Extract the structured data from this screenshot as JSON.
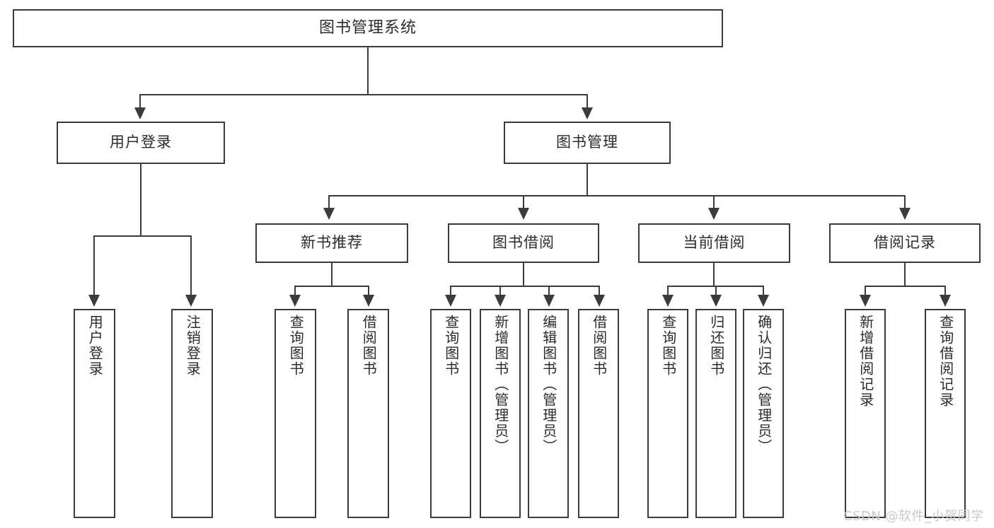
{
  "diagram": {
    "title": "图书管理系统",
    "type": "tree-hierarchy-diagram",
    "root": {
      "label": "图书管理系统"
    },
    "level2": [
      {
        "label": "用户登录"
      },
      {
        "label": "图书管理"
      }
    ],
    "level3": [
      {
        "label": "新书推荐"
      },
      {
        "label": "图书借阅"
      },
      {
        "label": "当前借阅"
      },
      {
        "label": "借阅记录"
      }
    ],
    "leaves": {
      "user_login": [
        {
          "label": "用户登录"
        },
        {
          "label": "注销登录"
        }
      ],
      "new_book_recommend": [
        {
          "label": "查询图书"
        },
        {
          "label": "借阅图书"
        }
      ],
      "book_borrow": [
        {
          "label": "查询图书"
        },
        {
          "label": "新增图书（管理员）"
        },
        {
          "label": "编辑图书（管理员）"
        },
        {
          "label": "借阅图书"
        }
      ],
      "current_borrow": [
        {
          "label": "查询图书"
        },
        {
          "label": "归还图书"
        },
        {
          "label": "确认归还（管理员）"
        }
      ],
      "borrow_record": [
        {
          "label": "新增借阅记录"
        },
        {
          "label": "查询借阅记录"
        }
      ]
    }
  },
  "watermark": {
    "text": "CSDN @软件_小贺同学"
  },
  "colors": {
    "stroke": "#3b3b3b",
    "text": "#2b2b2b",
    "background": "#ffffff",
    "watermark": "#c9c9c9"
  }
}
